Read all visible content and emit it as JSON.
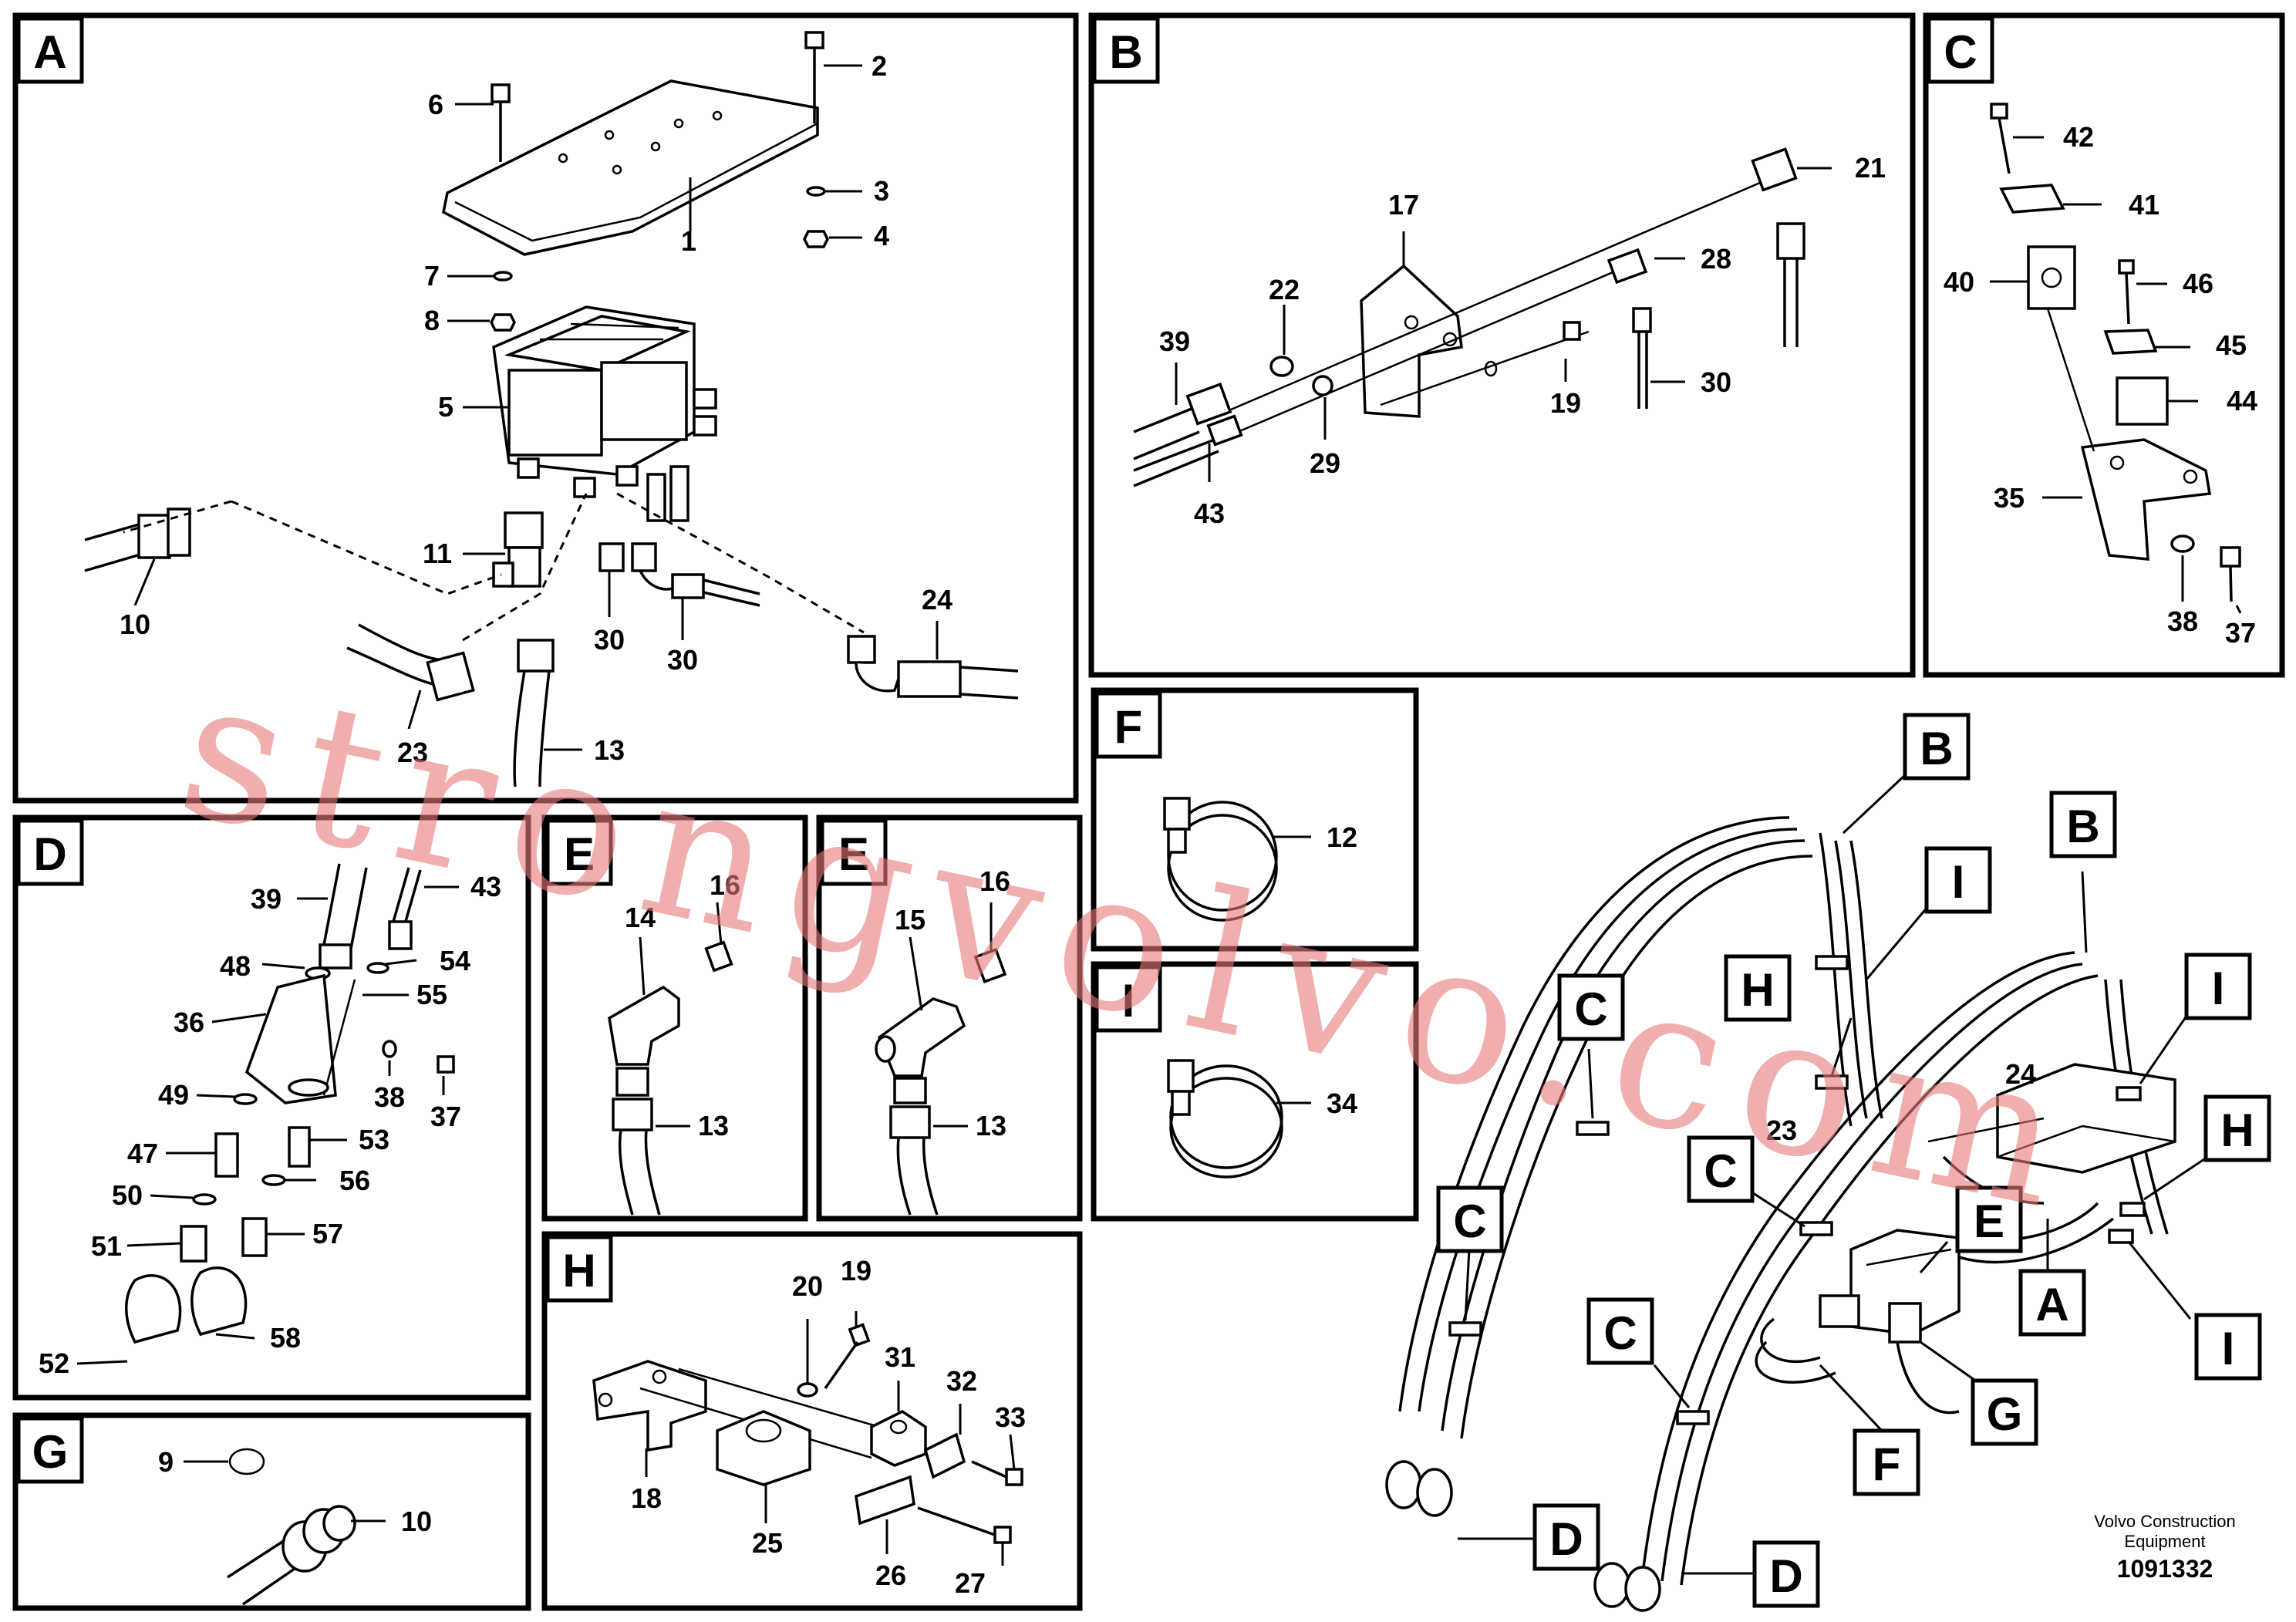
{
  "panels": {
    "A": {
      "letter": "A",
      "callouts": [
        "6",
        "2",
        "3",
        "4",
        "1",
        "7",
        "8",
        "5",
        "11",
        "10",
        "30",
        "30",
        "24",
        "23",
        "13"
      ]
    },
    "B": {
      "letter": "B",
      "callouts": [
        "21",
        "17",
        "28",
        "22",
        "39",
        "30",
        "19",
        "29",
        "43"
      ]
    },
    "C": {
      "letter": "C",
      "callouts": [
        "42",
        "41",
        "40",
        "46",
        "45",
        "44",
        "35",
        "38",
        "37"
      ]
    },
    "D": {
      "letter": "D",
      "callouts": [
        "39",
        "43",
        "48",
        "54",
        "36",
        "55",
        "38",
        "37",
        "49",
        "47",
        "53",
        "50",
        "56",
        "51",
        "57",
        "52",
        "58"
      ]
    },
    "E1": {
      "letter": "E",
      "callouts": [
        "16",
        "14",
        "13"
      ]
    },
    "E2": {
      "letter": "E",
      "callouts": [
        "16",
        "15",
        "13"
      ]
    },
    "F": {
      "letter": "F",
      "callouts": [
        "12"
      ]
    },
    "I": {
      "letter": "I",
      "callouts": [
        "34"
      ]
    },
    "G": {
      "letter": "G",
      "callouts": [
        "9",
        "10"
      ]
    },
    "H": {
      "letter": "H",
      "callouts": [
        "20",
        "19",
        "31",
        "32",
        "33",
        "18",
        "25",
        "26",
        "27"
      ]
    }
  },
  "overview": {
    "labels": [
      "B",
      "B",
      "I",
      "I",
      "H",
      "H",
      "C",
      "C",
      "C",
      "C",
      "E",
      "A",
      "I",
      "G",
      "F",
      "D",
      "D"
    ],
    "numbers": [
      "24",
      "23"
    ]
  },
  "footer": {
    "company_line1": "Volvo Construction",
    "company_line2": "Equipment",
    "part_number": "1091332"
  },
  "watermark": "strongvolvo.com"
}
